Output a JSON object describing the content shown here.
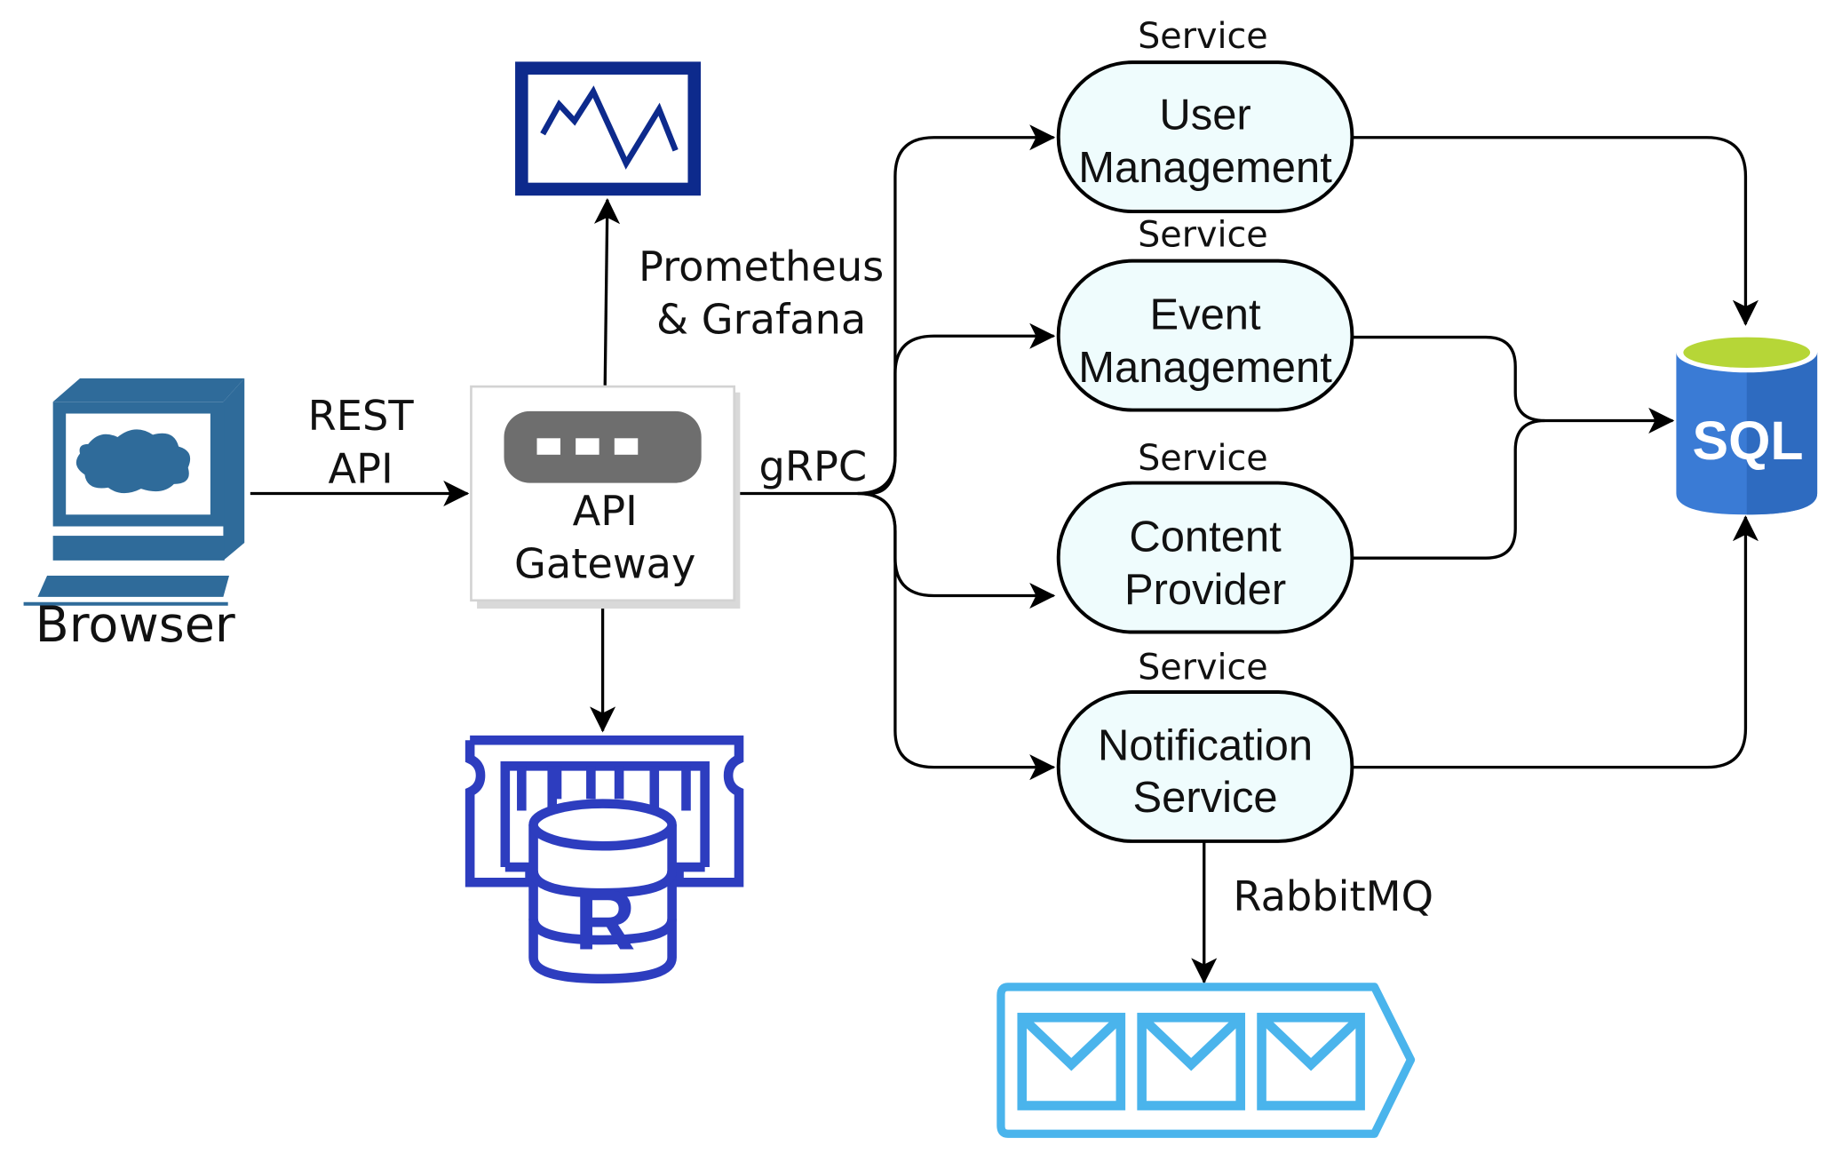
{
  "colors": {
    "browser": "#2f6b9a",
    "monitor": "#0d2a8c",
    "redis": "#2d3dbf",
    "service_fill": "#effcfd",
    "sql_body": "#3a7bd5",
    "sql_top": "#b6d637",
    "queue": "#4ab4ec",
    "gateway_bar": "#6e6e6e"
  },
  "nodes": {
    "browser": {
      "label": "Browser",
      "icon": "desktop-computer-icon"
    },
    "monitoring": {
      "icon": "monitoring-chart-icon"
    },
    "gateway": {
      "line1": "API",
      "line2": "Gateway",
      "icon": "gateway-icon"
    },
    "redis": {
      "letter": "R",
      "icon": "redis-cache-icon"
    },
    "sql": {
      "label": "SQL",
      "icon": "sql-database-icon"
    },
    "rabbitmq": {
      "icon": "message-queue-icon"
    }
  },
  "edges": {
    "rest_line1": "REST",
    "rest_line2": "API",
    "prometheus_line1": "Prometheus",
    "prometheus_line2": "& Grafana",
    "grpc": "gRPC",
    "rabbitmq": "RabbitMQ"
  },
  "services": [
    {
      "caption": "Service",
      "line1": "User",
      "line2": "Management"
    },
    {
      "caption": "Service",
      "line1": "Event",
      "line2": "Management"
    },
    {
      "caption": "Service",
      "line1": "Content",
      "line2": "Provider"
    },
    {
      "caption": "Service",
      "line1": "Notification",
      "line2": "Service"
    }
  ]
}
